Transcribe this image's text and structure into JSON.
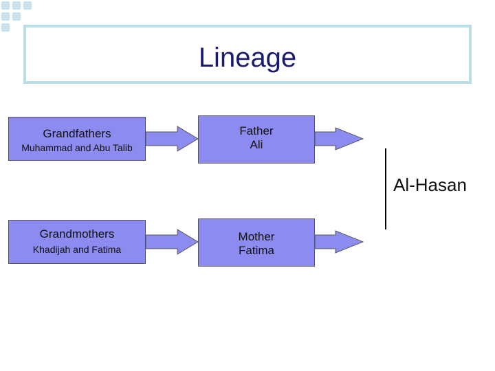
{
  "title": "Lineage",
  "grandfathers": {
    "heading": "Grandfathers",
    "names": "Muhammad and Abu Talib"
  },
  "grandmothers": {
    "heading": "Grandmothers",
    "names": "Khadijah and Fatima"
  },
  "father": {
    "heading": "Father",
    "name": "Ali"
  },
  "mother": {
    "heading": "Mother",
    "name": "Fatima"
  },
  "result": {
    "name": "Al-Hasan"
  },
  "colors": {
    "box_fill": "#8c8cf0",
    "title_border": "#b7dde8",
    "title_text": "#1a1a6e",
    "corner_squares": "#b7dde8"
  }
}
